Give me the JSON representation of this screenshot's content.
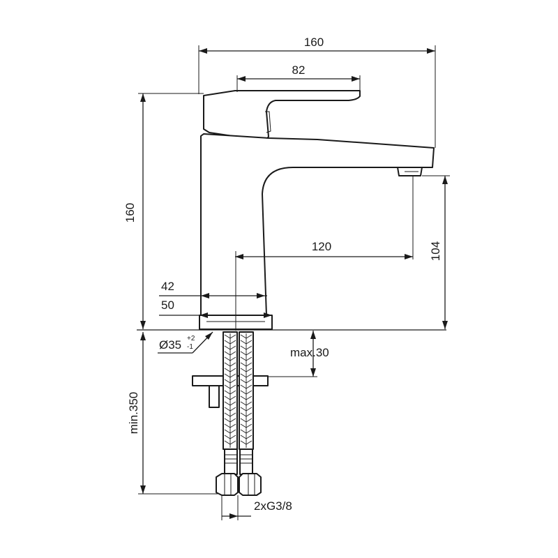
{
  "dimensions": {
    "overall_width": "160",
    "lever_length": "82",
    "overall_height": "160",
    "spout_height": "104",
    "spout_reach": "120",
    "body_width_top": "42",
    "base_width": "50",
    "hole_diameter": "Ø35",
    "hole_tol_upper": "+2",
    "hole_tol_lower": "-1",
    "max_thickness": "max.30",
    "hose_length": "min.350",
    "connection": "2xG3/8"
  }
}
